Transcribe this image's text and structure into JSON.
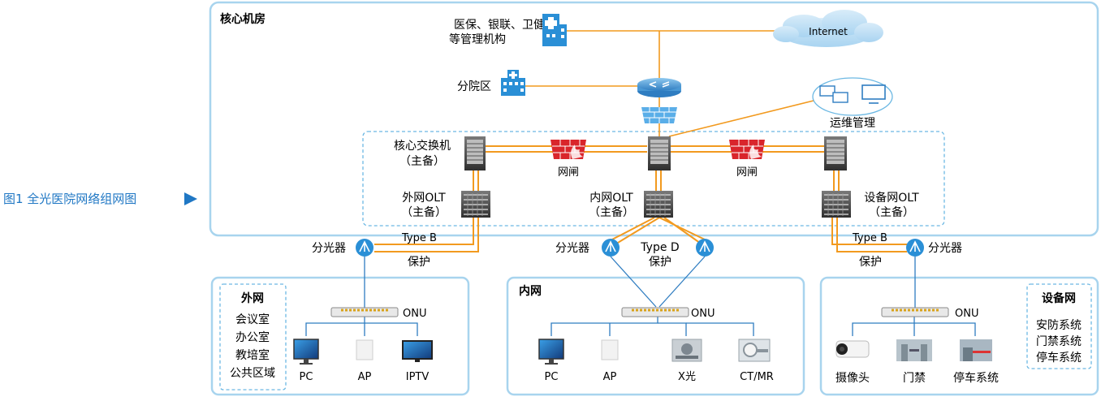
{
  "caption": "图1 全光医院网络组网图",
  "core_room": {
    "title": "核心机房",
    "agency_line1": "医保、银联、卫健委",
    "agency_line2": "等管理机构",
    "internet": "Internet",
    "branch": "分院区",
    "ops": "运维管理",
    "core_switch_line1": "核心交换机",
    "core_switch_line2": "（主备）",
    "gateway_left": "网闸",
    "gateway_right": "网闸",
    "olt_outer_line1": "外网OLT",
    "olt_outer_line2": "（主备）",
    "olt_inner_line1": "内网OLT",
    "olt_inner_line2": "（主备）",
    "olt_device_line1": "设备网OLT",
    "olt_device_line2": "（主备）"
  },
  "links": {
    "splitter_left": "分光器",
    "typeb_left": "Type B",
    "protect_left": "保护",
    "splitter_mid": "分光器",
    "typed_mid": "Type D",
    "protect_mid": "保护",
    "splitter_right": "分光器",
    "typeb_right": "Type B",
    "protect_right": "保护"
  },
  "zones": {
    "outer": {
      "title": "外网",
      "scenes": [
        "会议室",
        "办公室",
        "教培室",
        "公共区域"
      ],
      "onu": "ONU",
      "terminals": [
        "PC",
        "AP",
        "IPTV"
      ]
    },
    "inner": {
      "title": "内网",
      "onu": "ONU",
      "terminals": [
        "PC",
        "AP",
        "X光",
        "CT/MR"
      ]
    },
    "device": {
      "title": "设备网",
      "systems": [
        "安防系统",
        "门禁系统",
        "停车系统"
      ],
      "onu": "ONU",
      "terminals": [
        "摄像头",
        "门禁",
        "停车系统"
      ]
    }
  },
  "colors": {
    "frame": "#a8d4ee",
    "fiber": "#f29a1f",
    "line": "#2f7dc1",
    "caption": "#1f77c4",
    "firewall": "#d9252b"
  }
}
